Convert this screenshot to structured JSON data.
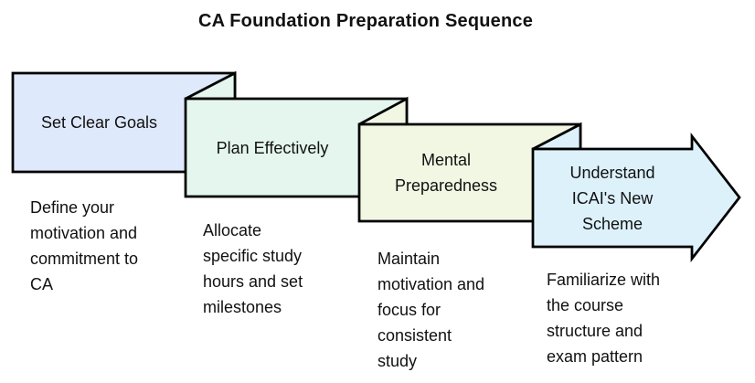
{
  "title": "CA Foundation Preparation Sequence",
  "palette": {
    "border_color": "#000000",
    "text_color": "#111111",
    "background": "#ffffff"
  },
  "steps": [
    {
      "label": "Set Clear Goals",
      "description": "Define your\nmotivation and\ncommitment to\nCA",
      "color": "#dfe9fc"
    },
    {
      "label": "Plan Effectively",
      "description": "Allocate\nspecific study\nhours and set\nmilestones",
      "color": "#e4f6ed"
    },
    {
      "label": "Mental\nPreparedness",
      "description": "Maintain\nmotivation and\nfocus for\nconsistent\nstudy",
      "color": "#f1f7e3"
    },
    {
      "label": "Understand\nICAI's New\nScheme",
      "description": "Familiarize with\nthe course\nstructure and\nexam pattern",
      "color": "#ddf1fb"
    }
  ]
}
